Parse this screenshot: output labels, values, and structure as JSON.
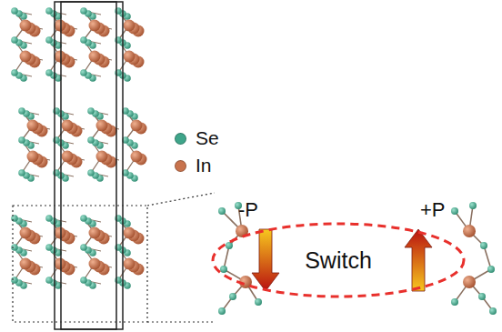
{
  "diagram": {
    "nodes": [
      {
        "text": [
          "Switch"
        ]
      }
    ],
    "labels": [
      "-P",
      "+P"
    ],
    "legend": [
      {
        "text": "Se",
        "color": "#3fa58a"
      },
      {
        "text": "In",
        "color": "#c8734d"
      }
    ]
  }
}
